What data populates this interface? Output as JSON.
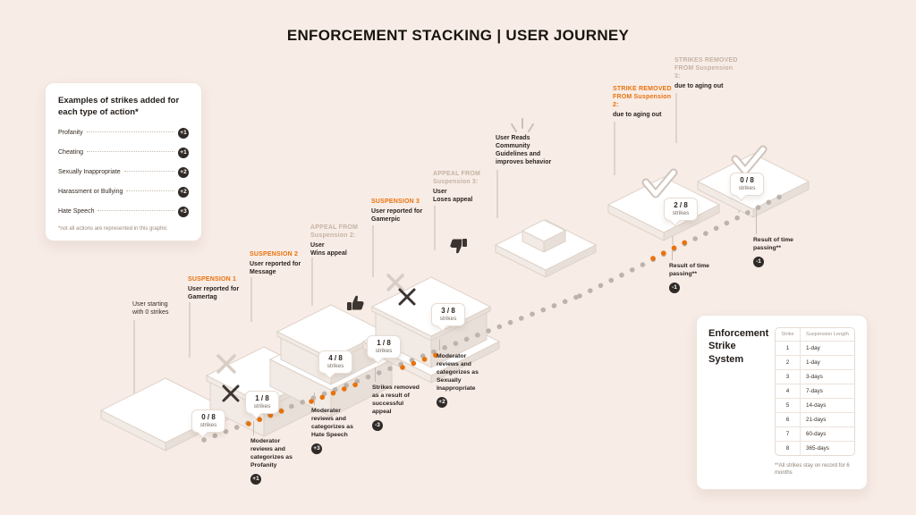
{
  "title": "ENFORCEMENT STACKING | USER JOURNEY",
  "colors": {
    "background": "#f8ece6",
    "accent_orange": "#e8720c",
    "badge_dark": "#302a27",
    "dot_gray": "#bcb3ac"
  },
  "strike_examples": {
    "title": "Examples of strikes added for\neach type of action*",
    "items": [
      {
        "label": "Profanity",
        "value": "+1"
      },
      {
        "label": "Cheating",
        "value": "+1"
      },
      {
        "label": "Sexually Inappropriate",
        "value": "+2"
      },
      {
        "label": "Harassment or Bullying",
        "value": "+2"
      },
      {
        "label": "Hate Speech",
        "value": "+3"
      }
    ],
    "footnote": "*not all actions are represented in this graphic"
  },
  "journey": {
    "start_note": "User starting\nwith 0 strikes",
    "suspensions": [
      {
        "title": "SUSPENSION 1",
        "text": "User reported for\nGamertag"
      },
      {
        "title": "SUSPENSION 2",
        "text": "User reported for\nMessage"
      },
      {
        "title": "SUSPENSION 3",
        "text": "User reported for\nGamerpic"
      }
    ],
    "appeals": [
      {
        "title": "APPEAL FROM\nSuspension 2:",
        "text": "User\nWins appeal"
      },
      {
        "title": "APPEAL FROM\nSuspension 3:",
        "text": "User\nLoses appeal"
      }
    ],
    "guidelines_note": "User Reads\nCommunity\nGuidelines and\nimproves behavior",
    "removals": [
      {
        "title": "STRIKE REMOVED\nFROM Suspension\n2:",
        "text": "due to aging out"
      },
      {
        "title": "STRIKES REMOVED\nFROM Suspension\n3:",
        "text": "due to aging out"
      }
    ],
    "bubbles": [
      {
        "count": "0 / 8",
        "label": "strikes"
      },
      {
        "count": "1 / 8",
        "label": "strikes"
      },
      {
        "count": "4 / 8",
        "label": "strikes"
      },
      {
        "count": "1 / 8",
        "label": "strikes"
      },
      {
        "count": "3 / 8",
        "label": "strikes"
      },
      {
        "count": "2 / 8",
        "label": "strikes"
      },
      {
        "count": "0 / 8",
        "label": "strikes"
      }
    ],
    "notes": [
      {
        "text": "Moderator\nreviews and\ncategorizes as\nProfanity",
        "badge": "+1"
      },
      {
        "text": "Moderater\nreviews and\ncategorizes as\nHate Speech",
        "badge": "+3"
      },
      {
        "text": "Strikes removed\nas a result of\nsuccessful\nappeal",
        "badge": "-3"
      },
      {
        "text": "Moderator\nreviews and\ncategorizes as\nSexually\nInappropriate",
        "badge": "+2"
      },
      {
        "text": "Result of time\npassing**",
        "badge": "-1"
      },
      {
        "text": "Result of time\npassing**",
        "badge": "-1"
      }
    ]
  },
  "strike_system": {
    "title": "Enforcement\nStrike System",
    "columns": [
      "Strike",
      "Suspension Length"
    ],
    "rows": [
      {
        "strike": "1",
        "length": "1-day"
      },
      {
        "strike": "2",
        "length": "1-day"
      },
      {
        "strike": "3",
        "length": "3-days"
      },
      {
        "strike": "4",
        "length": "7-days"
      },
      {
        "strike": "5",
        "length": "14-days"
      },
      {
        "strike": "6",
        "length": "21-days"
      },
      {
        "strike": "7",
        "length": "60-days"
      },
      {
        "strike": "8",
        "length": "365-days"
      }
    ],
    "footnote": "**All strikes stay on record for 6\nmonths"
  }
}
